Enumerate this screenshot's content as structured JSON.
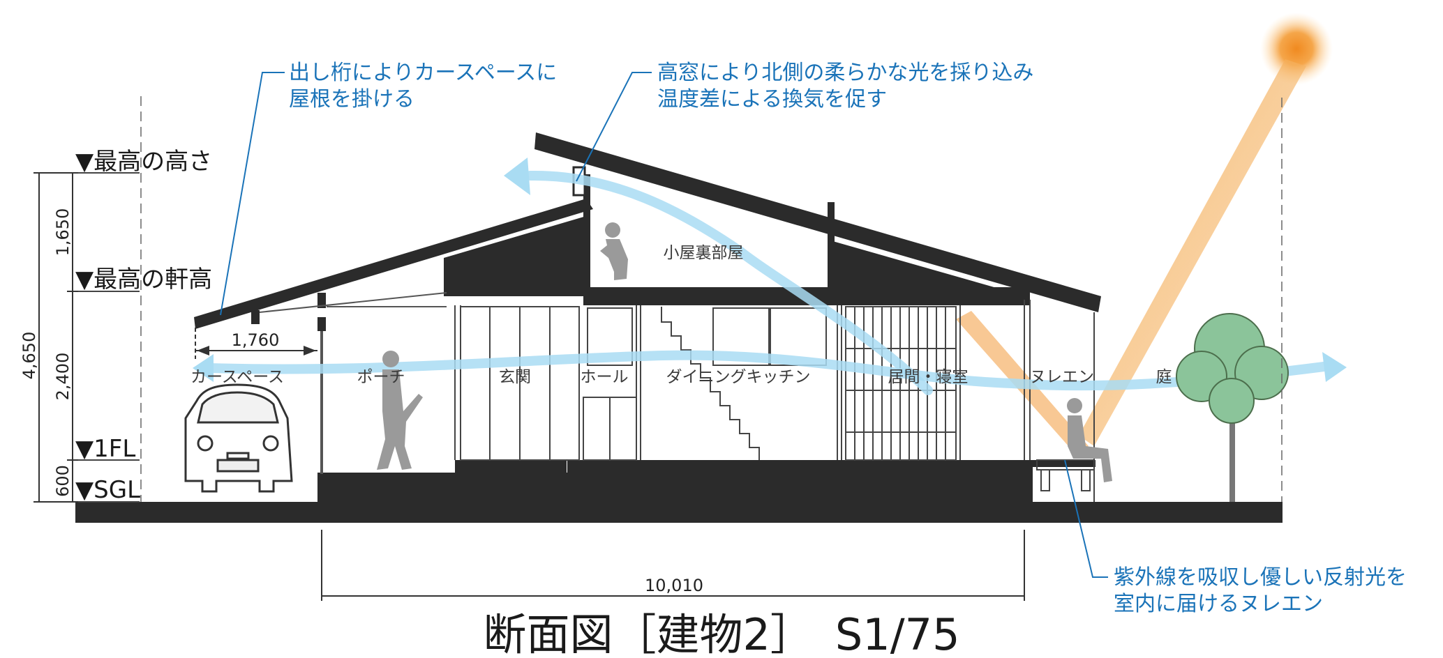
{
  "title": "断面図［建物2］　S1/75",
  "levels": {
    "max_height": "▼最高の高さ",
    "max_eave": "▼最高の軒高",
    "fl": "▼1FL",
    "sgl": "▼SGL"
  },
  "dimensions": {
    "total_height": "4,650",
    "upper": "1,650",
    "middle": "2,400",
    "lower": "600",
    "eave_overhang": "1,760",
    "total_width": "10,010"
  },
  "rooms": {
    "carport": "カースペース",
    "porch": "ポーチ",
    "entrance": "玄関",
    "hall": "ホール",
    "dining_kitchen": "ダイニングキッチン",
    "living_bedroom": "居間・寝室",
    "nuren": "ヌレエン",
    "garden": "庭",
    "loft": "小屋裏部屋"
  },
  "notes": {
    "eave_note": [
      "出し桁によりカースペースに",
      "屋根を掛ける"
    ],
    "window_note": [
      "高窓により北側の柔らかな光を採り込み",
      "温度差による換気を促す"
    ],
    "nuren_note": [
      "紫外線を吸収し優しい反射光を",
      "室内に届けるヌレエン"
    ]
  },
  "colors": {
    "structure": "#2b2b2b",
    "wind_arrow": "#a9dcf3",
    "note_text": "#1a73b8",
    "sun": "#f3a03a",
    "sun_ray": "#f7b25c",
    "figure": "#9a9a9a",
    "tree": "#8bc49a"
  }
}
